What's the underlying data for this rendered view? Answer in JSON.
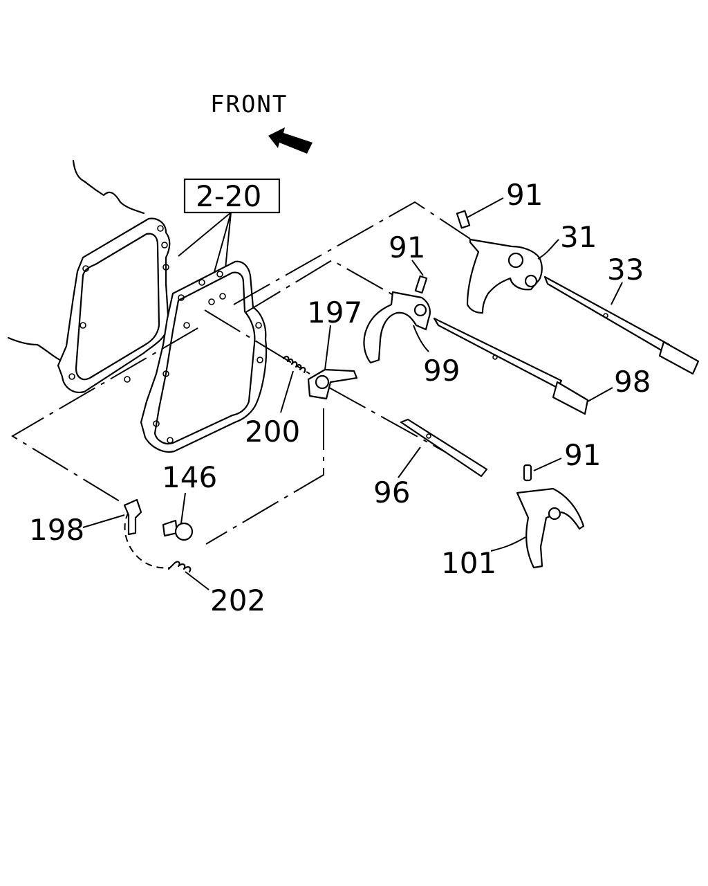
{
  "front_label": "FRONT",
  "reference_box": "2-20",
  "callouts": {
    "c91_top": "91",
    "c31": "31",
    "c33": "33",
    "c91_mid": "91",
    "c197": "197",
    "c99": "99",
    "c98": "98",
    "c200": "200",
    "c146": "146",
    "c96": "96",
    "c91_low": "91",
    "c198": "198",
    "c101": "101",
    "c202": "202"
  }
}
